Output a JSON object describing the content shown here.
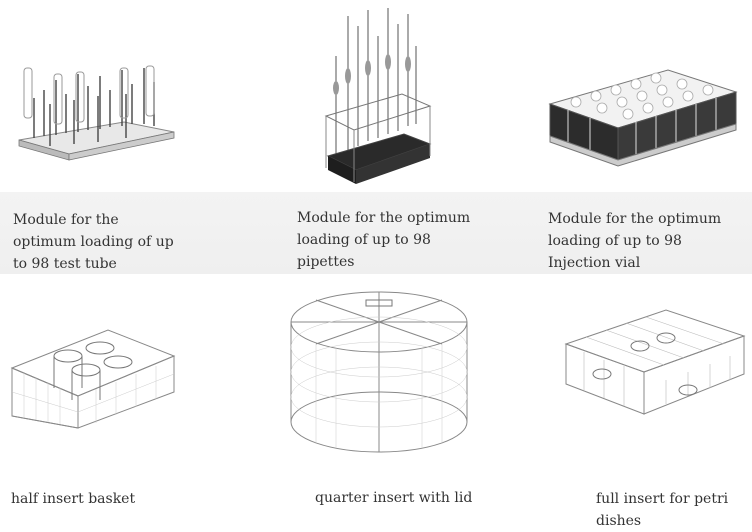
{
  "modules": [
    {
      "name": "test-tube-module",
      "caption": "Module for the\noptimum loading of up\nto 98 test tube",
      "icon": "test-tube-rack"
    },
    {
      "name": "pipette-module",
      "caption": "Module for the optimum\nloading of up to 98\npipettes",
      "icon": "pipette-rack"
    },
    {
      "name": "injection-vial-module",
      "caption": "Module for the optimum\nloading of up to 98\nInjection vial",
      "icon": "vial-rack"
    },
    {
      "name": "half-insert-basket",
      "caption": "half insert basket",
      "icon": "wire-basket"
    },
    {
      "name": "quarter-insert",
      "caption": "quarter insert with lid",
      "icon": "round-wire-basket"
    },
    {
      "name": "full-insert-petri",
      "caption": "full insert for petri\ndishes",
      "icon": "petri-wire-basket"
    }
  ]
}
